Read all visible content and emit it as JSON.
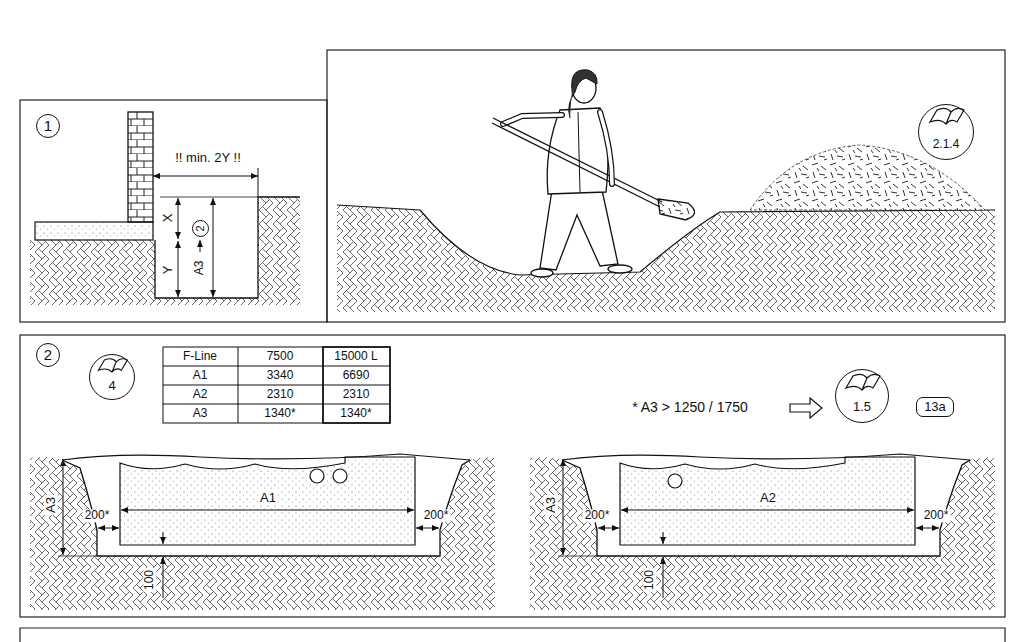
{
  "diagram": {
    "nodes": [
      {
        "text": [
          "1"
        ]
      },
      {
        "text": [
          "2"
        ]
      },
      {
        "text": [
          "2.1.4"
        ]
      },
      {
        "text": [
          "2"
        ]
      },
      {
        "text": [
          "4"
        ]
      },
      {
        "text": [
          "1.5"
        ]
      },
      {
        "text": [
          "13a"
        ]
      }
    ],
    "labels": [
      "!! min. 2Y !!",
      "X",
      "Y",
      "A3",
      "F-Line",
      "7500",
      "15000 L",
      "A1",
      "3340",
      "6690",
      "A2",
      "2310",
      "2310",
      "A3",
      "1340*",
      "1340*",
      "* A3 > 1250 / 1750",
      "A3",
      "200*",
      "A1",
      "200*",
      "100",
      "A3",
      "200*",
      "A2",
      "200*",
      "100"
    ]
  }
}
